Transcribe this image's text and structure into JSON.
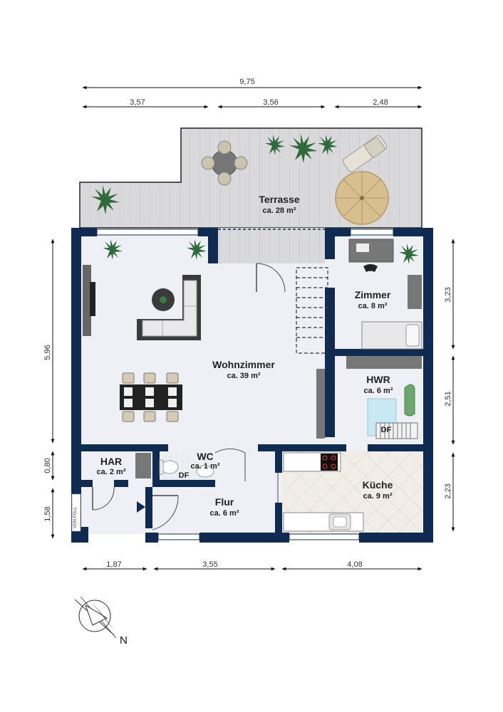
{
  "dimensions": {
    "top_total": "9,75",
    "top_segments": [
      "3,57",
      "3,56",
      "2,48"
    ],
    "bottom_segments": [
      "1,87",
      "3,55",
      "4,08"
    ],
    "left_segments": [
      "5,96",
      "0,80",
      "1,58"
    ],
    "right_segments": [
      "3,23",
      "2,51",
      "2,23"
    ]
  },
  "rooms": {
    "terrasse": {
      "name": "Terrasse",
      "area": "ca. 28 m²"
    },
    "wohnzimmer": {
      "name": "Wohnzimmer",
      "area": "ca. 39 m²"
    },
    "zimmer": {
      "name": "Zimmer",
      "area": "ca. 8 m²"
    },
    "hwr": {
      "name": "HWR",
      "area": "ca. 6 m²"
    },
    "har": {
      "name": "HAR",
      "area": "ca. 2 m²"
    },
    "wc": {
      "name": "WC",
      "area": "ca. 1 m²"
    },
    "flur": {
      "name": "Flur",
      "area": "ca. 6 m²"
    },
    "kueche": {
      "name": "Küche",
      "area": "ca. 9 m²"
    }
  },
  "labels": {
    "df_hwr": "DF",
    "df_wc": "DF",
    "compass_north": "N",
    "logo_text": "VON POLL"
  },
  "colors": {
    "wall": "#0f2b52",
    "floor": "#eef0f5",
    "deck": "#d8d8da",
    "kitchen_tile": "#f0ece6"
  }
}
